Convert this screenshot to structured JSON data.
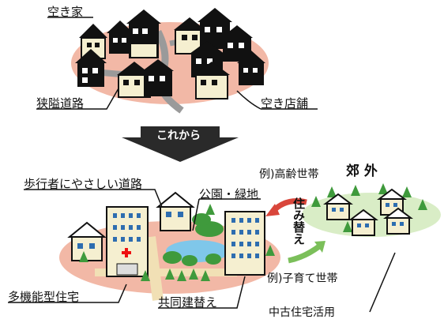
{
  "top": {
    "vacant_house": "空き家",
    "narrow_road": "狭隘道路",
    "vacant_shop": "空き店舗"
  },
  "arrow_label": "これから",
  "bottom": {
    "pedestrian_road": "歩行者にやさしい道路",
    "park_green": "公園・緑地",
    "multi_housing": "多機能型住宅",
    "joint_rebuild": "共同建替え",
    "example_elderly": "例)高齢世帯",
    "example_family": "例)子育て世帯",
    "move": "住み替え",
    "suburb": "郊 外",
    "used_housing": "中古住宅活用"
  },
  "colors": {
    "ground_pink": "#f2b8a6",
    "ground_green": "#d9edc6",
    "tree_green": "#3f9a3c",
    "house_wall": "#f5efd0",
    "roof_black": "#111111",
    "arrow_dark": "#2a2a2a",
    "red_arrow": "#d9463b",
    "green_arrow": "#7bbf5a"
  }
}
